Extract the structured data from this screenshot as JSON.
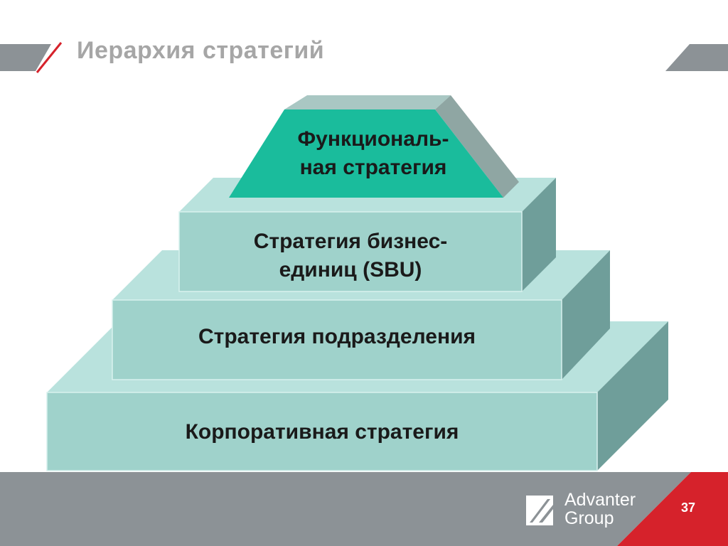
{
  "slide": {
    "title": "Иерархия стратегий",
    "page_number": "37"
  },
  "pyramid": {
    "levels": [
      {
        "id": "functional",
        "lines": [
          "Функциональ-",
          "ная стратегия"
        ],
        "color": "#1abc9c"
      },
      {
        "id": "business_unit",
        "lines": [
          "Стратегия бизнес-",
          "единиц (SBU)"
        ],
        "color": "#9fd2cb"
      },
      {
        "id": "division",
        "lines": [
          "Стратегия подразделения"
        ],
        "color": "#9fd2cb"
      },
      {
        "id": "corporate",
        "lines": [
          "Корпоративная стратегия"
        ],
        "color": "#9fd2cb"
      }
    ]
  },
  "brand": {
    "line1": "Advanter",
    "line2": "Group",
    "logo_icon": "advanter-logo-icon"
  },
  "colors": {
    "accent_red": "#d6222b",
    "band_gray": "#8c9296",
    "title_gray": "#a6a6a6",
    "teal_front": "#9fd2cb",
    "teal_top": "#b9e2dd",
    "teal_side": "#6f9e9a",
    "green_front": "#1abc9c"
  }
}
